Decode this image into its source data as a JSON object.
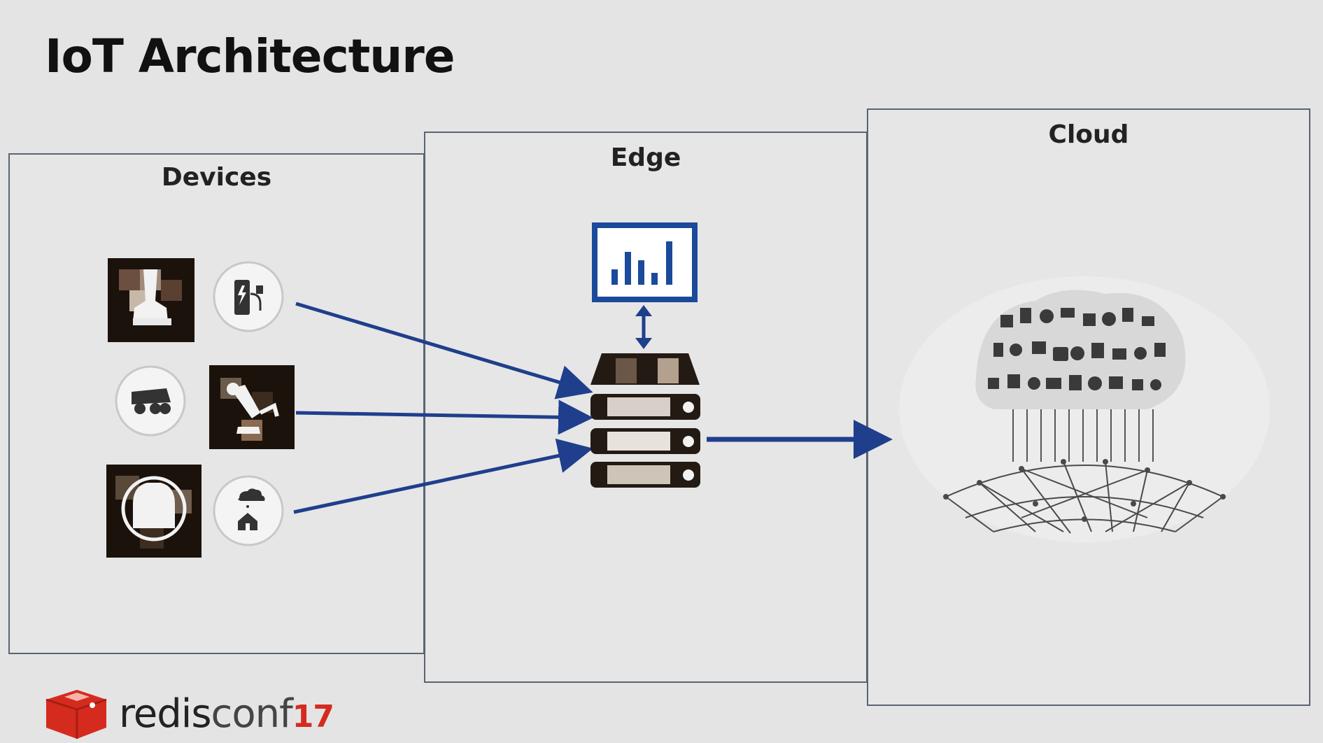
{
  "slide": {
    "title": "IoT Architecture"
  },
  "panels": {
    "devices": {
      "label": "Devices"
    },
    "edge": {
      "label": "Edge"
    },
    "cloud": {
      "label": "Cloud"
    }
  },
  "devices": {
    "icons": [
      "tower-device-icon",
      "ev-charger-icon",
      "mining-truck-icon",
      "robot-arm-icon",
      "smart-bell-icon",
      "smart-home-weather-icon"
    ]
  },
  "edge": {
    "icons": [
      "analytics-chart-icon",
      "bidirectional-arrow-icon",
      "edge-server-stack-icon"
    ]
  },
  "cloud": {
    "icons": [
      "iot-cloud-network-icon"
    ]
  },
  "footer": {
    "brand_redis": "redis",
    "brand_conf": "conf",
    "brand_year": "17"
  },
  "colors": {
    "arrow": "#1f3f8c",
    "chart_frame": "#1c4a9a",
    "logo_red": "#d52b1e"
  }
}
